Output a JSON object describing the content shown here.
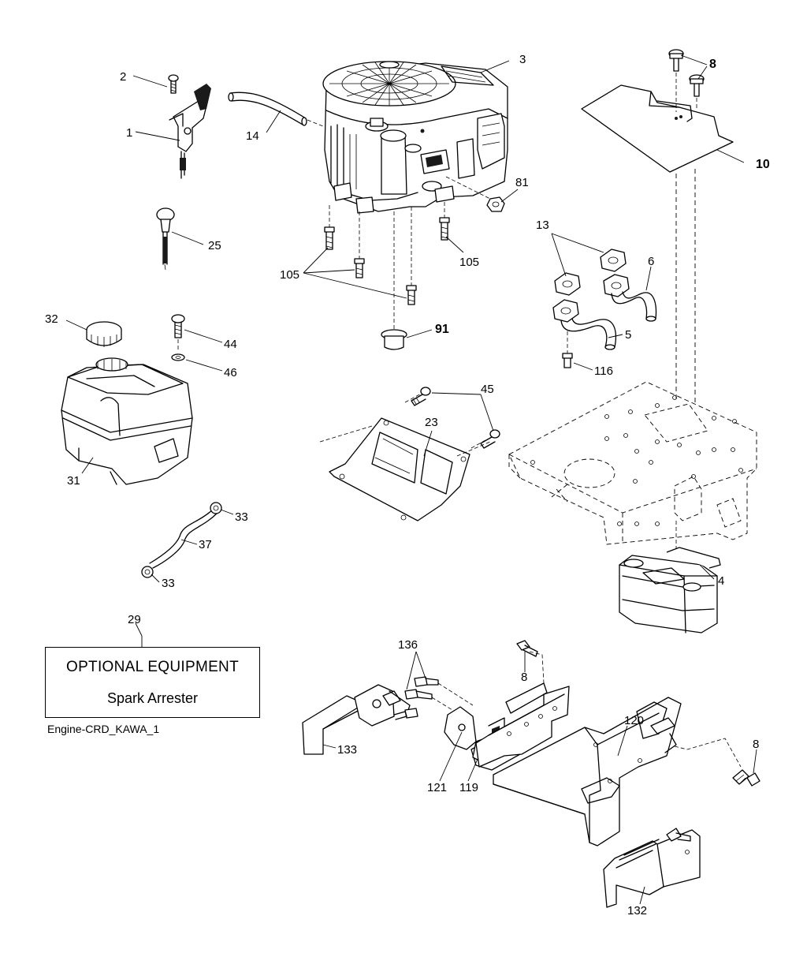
{
  "note": {
    "ref": "29",
    "title": "OPTIONAL EQUIPMENT",
    "subtitle": "Spark Arrester"
  },
  "drawing_id": "Engine-CRD_KAWA_1",
  "callouts": [
    {
      "id": "c1",
      "label": "1"
    },
    {
      "id": "c2",
      "label": "2"
    },
    {
      "id": "c3",
      "label": "3"
    },
    {
      "id": "c4",
      "label": "4"
    },
    {
      "id": "c5",
      "label": "5"
    },
    {
      "id": "c6",
      "label": "6"
    },
    {
      "id": "c8a",
      "label": "8"
    },
    {
      "id": "c8b",
      "label": "8"
    },
    {
      "id": "c8c",
      "label": "8"
    },
    {
      "id": "c10",
      "label": "10"
    },
    {
      "id": "c13",
      "label": "13"
    },
    {
      "id": "c14",
      "label": "14"
    },
    {
      "id": "c23",
      "label": "23"
    },
    {
      "id": "c25",
      "label": "25"
    },
    {
      "id": "c31",
      "label": "31"
    },
    {
      "id": "c32",
      "label": "32"
    },
    {
      "id": "c33a",
      "label": "33"
    },
    {
      "id": "c33b",
      "label": "33"
    },
    {
      "id": "c37",
      "label": "37"
    },
    {
      "id": "c44",
      "label": "44"
    },
    {
      "id": "c45",
      "label": "45"
    },
    {
      "id": "c46",
      "label": "46"
    },
    {
      "id": "c81",
      "label": "81"
    },
    {
      "id": "c91",
      "label": "91"
    },
    {
      "id": "c105a",
      "label": "105"
    },
    {
      "id": "c105b",
      "label": "105"
    },
    {
      "id": "c116",
      "label": "116"
    },
    {
      "id": "c119",
      "label": "119"
    },
    {
      "id": "c120",
      "label": "120"
    },
    {
      "id": "c121",
      "label": "121"
    },
    {
      "id": "c132",
      "label": "132"
    },
    {
      "id": "c133",
      "label": "133"
    },
    {
      "id": "c136",
      "label": "136"
    }
  ]
}
